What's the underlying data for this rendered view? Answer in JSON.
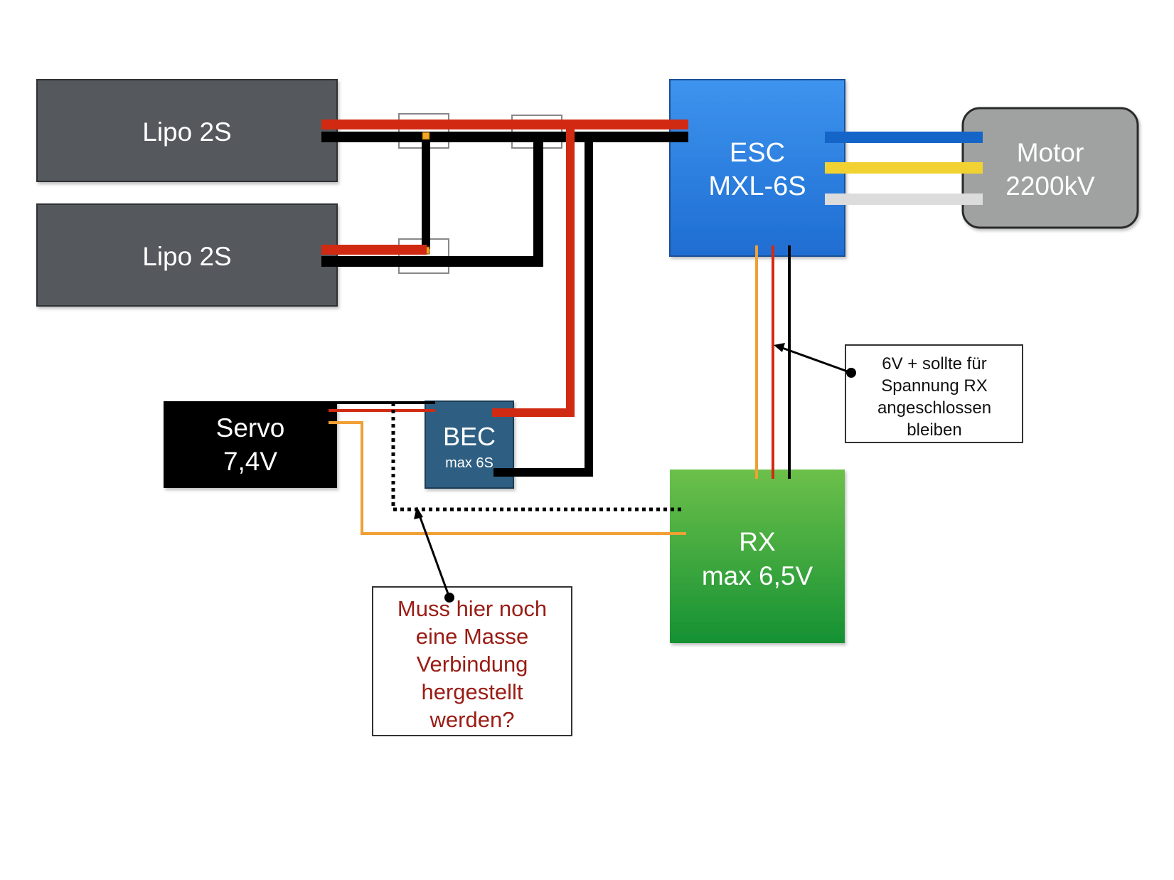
{
  "colors": {
    "background": "#ffffff",
    "lipo_fill": "#55585c",
    "esc_fill": "#2a7de0",
    "motor_fill": "#a0a2a1",
    "rx_fill": "#3aa83c",
    "bec_fill": "#2e5f82",
    "servo_fill": "#000000",
    "wire_positive": "#d12a12",
    "wire_negative": "#000000",
    "wire_signal": "#f0a035",
    "phase_blue": "#1565c8",
    "phase_yellow": "#f2d232",
    "phase_white": "#dcdcdc",
    "question_text": "#9a1c14"
  },
  "components": {
    "lipo_top": {
      "label": "Lipo 2S"
    },
    "lipo_bottom": {
      "label": "Lipo 2S"
    },
    "esc": {
      "line1": "ESC",
      "line2": "MXL-6S"
    },
    "motor": {
      "line1": "Motor",
      "line2": "2200kV"
    },
    "servo": {
      "line1": "Servo",
      "line2": "7,4V"
    },
    "bec": {
      "line1": "BEC",
      "line2": "max 6S"
    },
    "rx": {
      "line1": "RX",
      "line2": "max 6,5V"
    }
  },
  "notes": {
    "rx_power": [
      "6V + sollte für",
      "Spannung RX",
      "angeschlossen",
      "bleiben"
    ],
    "ground_question": [
      "Muss hier noch",
      "eine Masse",
      "Verbindung",
      "hergestellt",
      "werden?"
    ]
  }
}
